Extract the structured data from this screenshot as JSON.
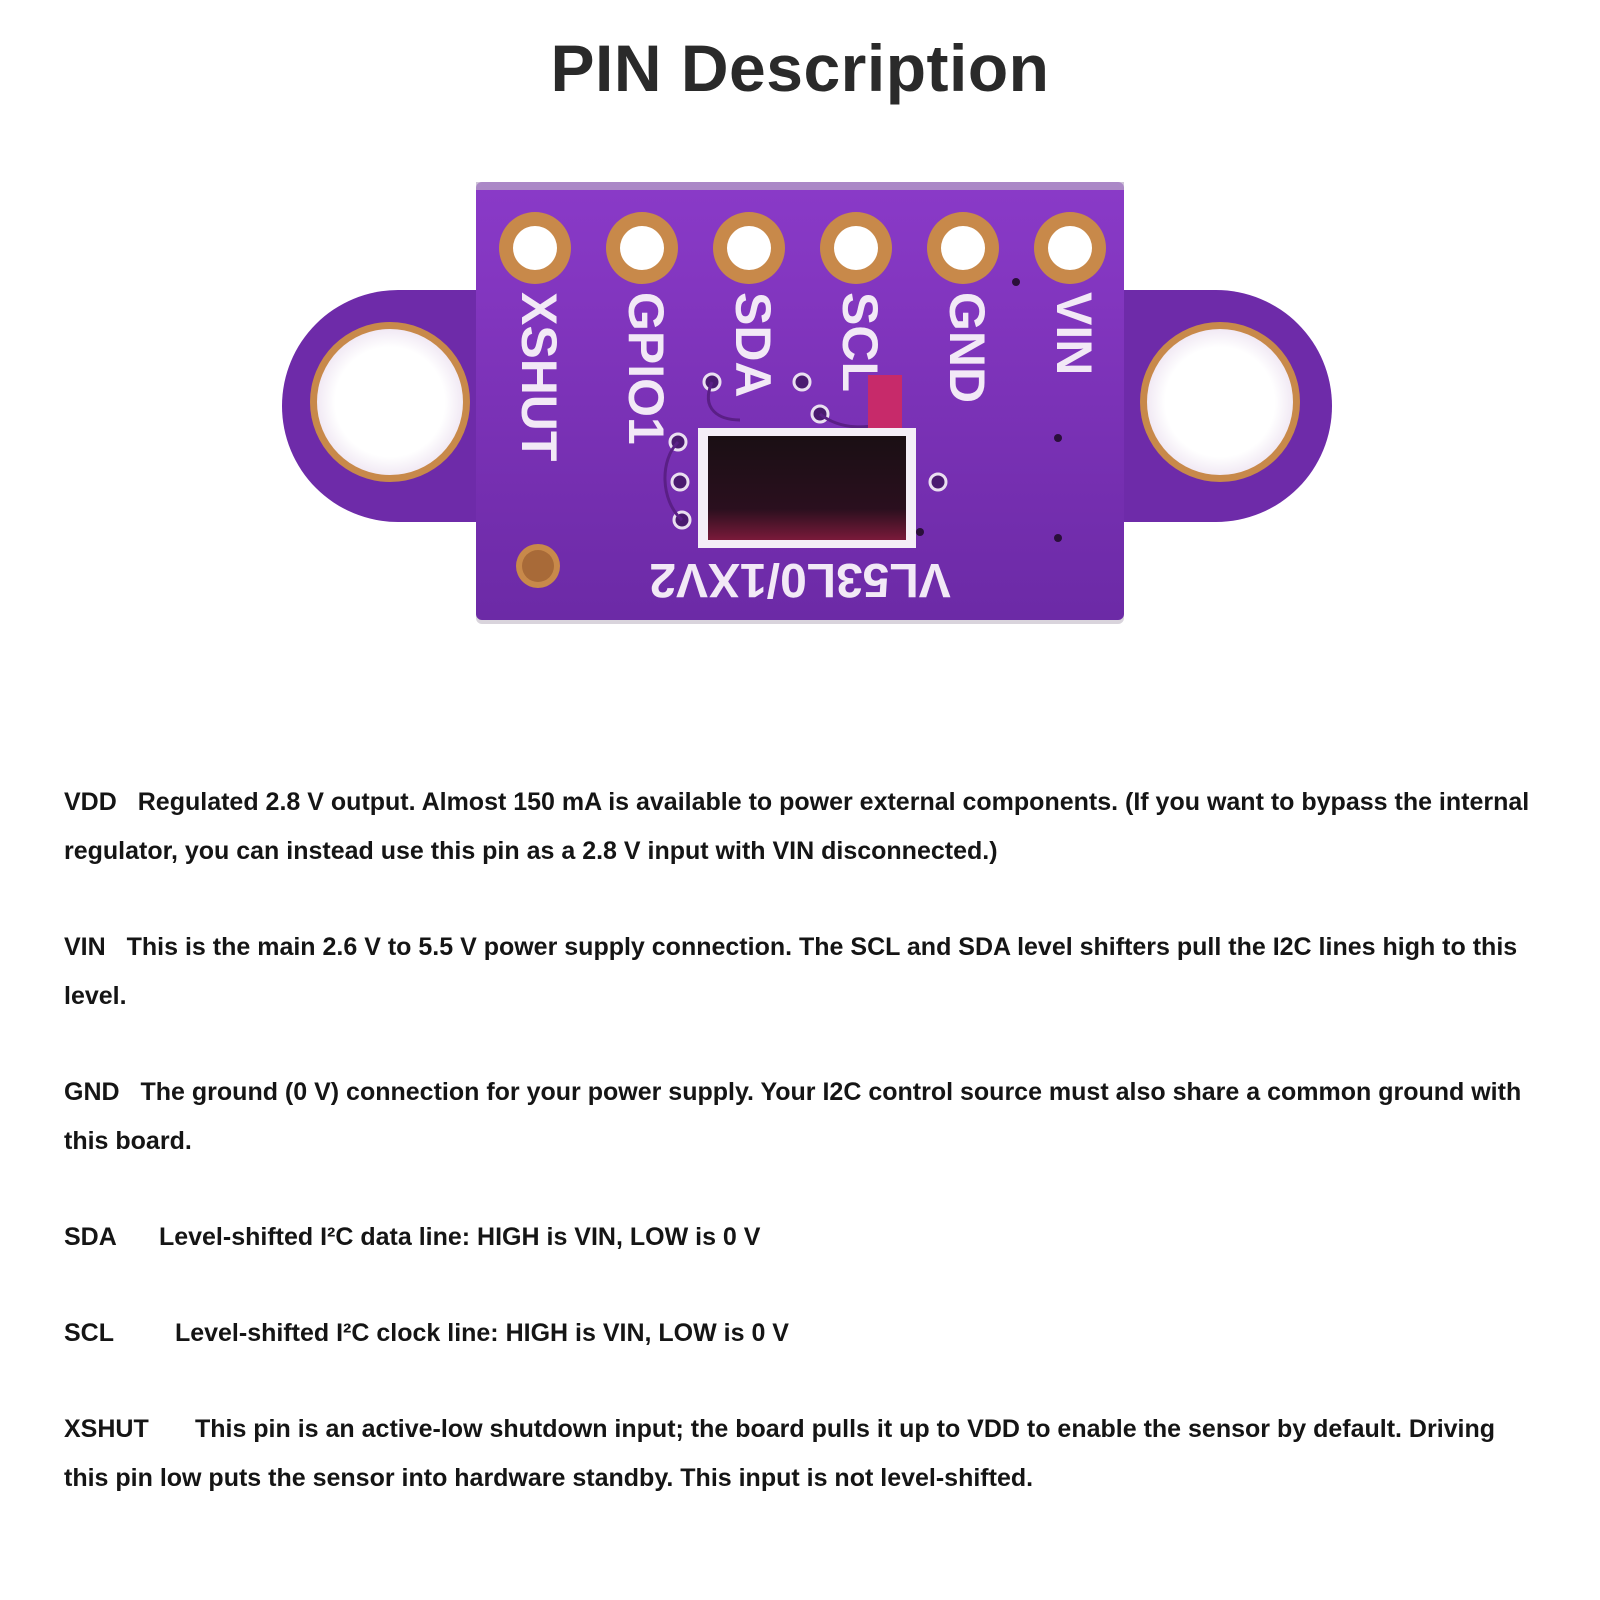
{
  "title": "PIN Description",
  "board": {
    "pin_labels": [
      "XSHUT",
      "GPIO1",
      "SDA",
      "SCL",
      "GND",
      "VIN"
    ],
    "chip_label": "VL53L0/1XV2",
    "colors": {
      "pcb": "#7a2fb8",
      "pcb_edge": "#5b1f8f",
      "gold": "#c8894a",
      "silkscreen": "#efe6f4"
    }
  },
  "pins": [
    {
      "name": "VDD",
      "text": "Regulated 2.8 V output. Almost 150 mA is available to power external components. (If you want to bypass the internal regulator, you can instead use this pin as a 2.8 V input with VIN disconnected.)"
    },
    {
      "name": "VIN",
      "text": "This is the main 2.6 V to 5.5 V power supply connection. The SCL and SDA level shifters pull the I2C lines high to this level."
    },
    {
      "name": "GND",
      "text": "The ground (0 V) connection for your power supply. Your I2C control source must also share a common ground with this board."
    },
    {
      "name": "SDA",
      "text": "Level-shifted I²C data line: HIGH is VIN, LOW is 0 V"
    },
    {
      "name": "SCL",
      "text": "Level-shifted I²C clock line: HIGH is VIN, LOW is 0 V"
    },
    {
      "name": "XSHUT",
      "text": "This pin is an active-low shutdown input; the board pulls it up to VDD to enable the sensor by default. Driving this pin low puts the sensor into hardware standby. This input is not level-shifted."
    }
  ]
}
